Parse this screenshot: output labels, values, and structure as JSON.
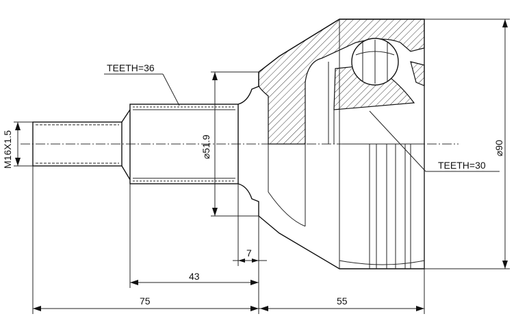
{
  "labels": {
    "teeth_shaft": "TEETH=36",
    "teeth_inner": "TEETH=30",
    "thread": "M16X1.5",
    "shaft_diameter": "⌀51.9",
    "outer_diameter": "⌀90",
    "dim_flange": "7",
    "dim_shaft": "43",
    "dim_total_left": "75",
    "dim_body": "55"
  },
  "colors": {
    "line": "#111111",
    "background": "#ffffff"
  }
}
